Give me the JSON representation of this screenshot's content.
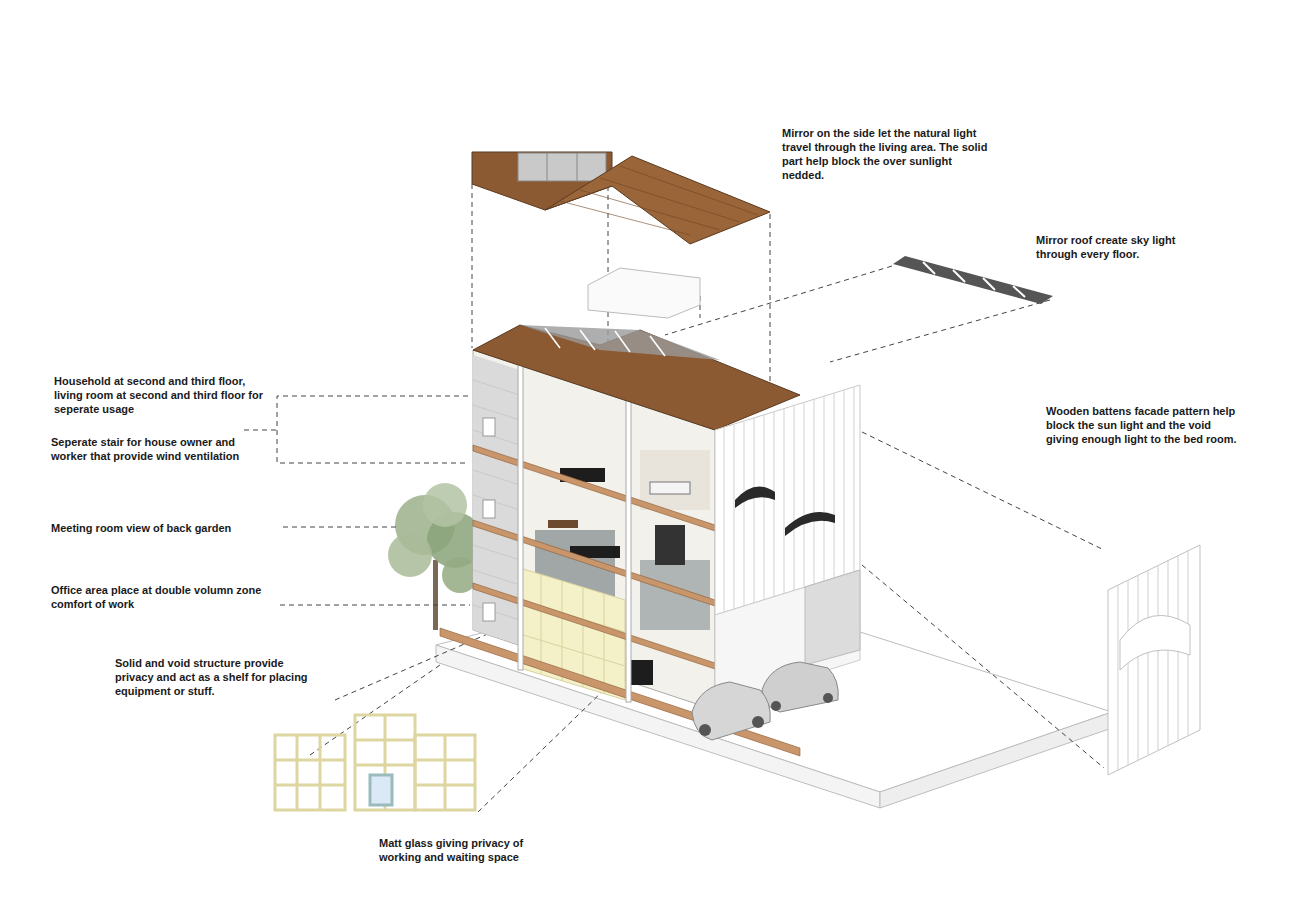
{
  "diagram": {
    "labels": [
      "Mirror on the side let the natural light travel through the living area. The solid part help block the over sunlight nedded.",
      "Mirror roof create sky light through every floor.",
      "Household at second and third floor, living room at second and third floor for seperate usage",
      "Seperate stair for house owner and worker that provide wind ventilation",
      "Wooden battens facade pattern help block the sun light and the void giving enough light to the bed room.",
      "Meeting room view of back garden",
      "Office area place at double volumn zone comfort of work",
      "Solid and void structure provide privacy and act as a shelf for placing equipment or stuff.",
      "Matt glass giving privacy of working and waiting space"
    ]
  }
}
